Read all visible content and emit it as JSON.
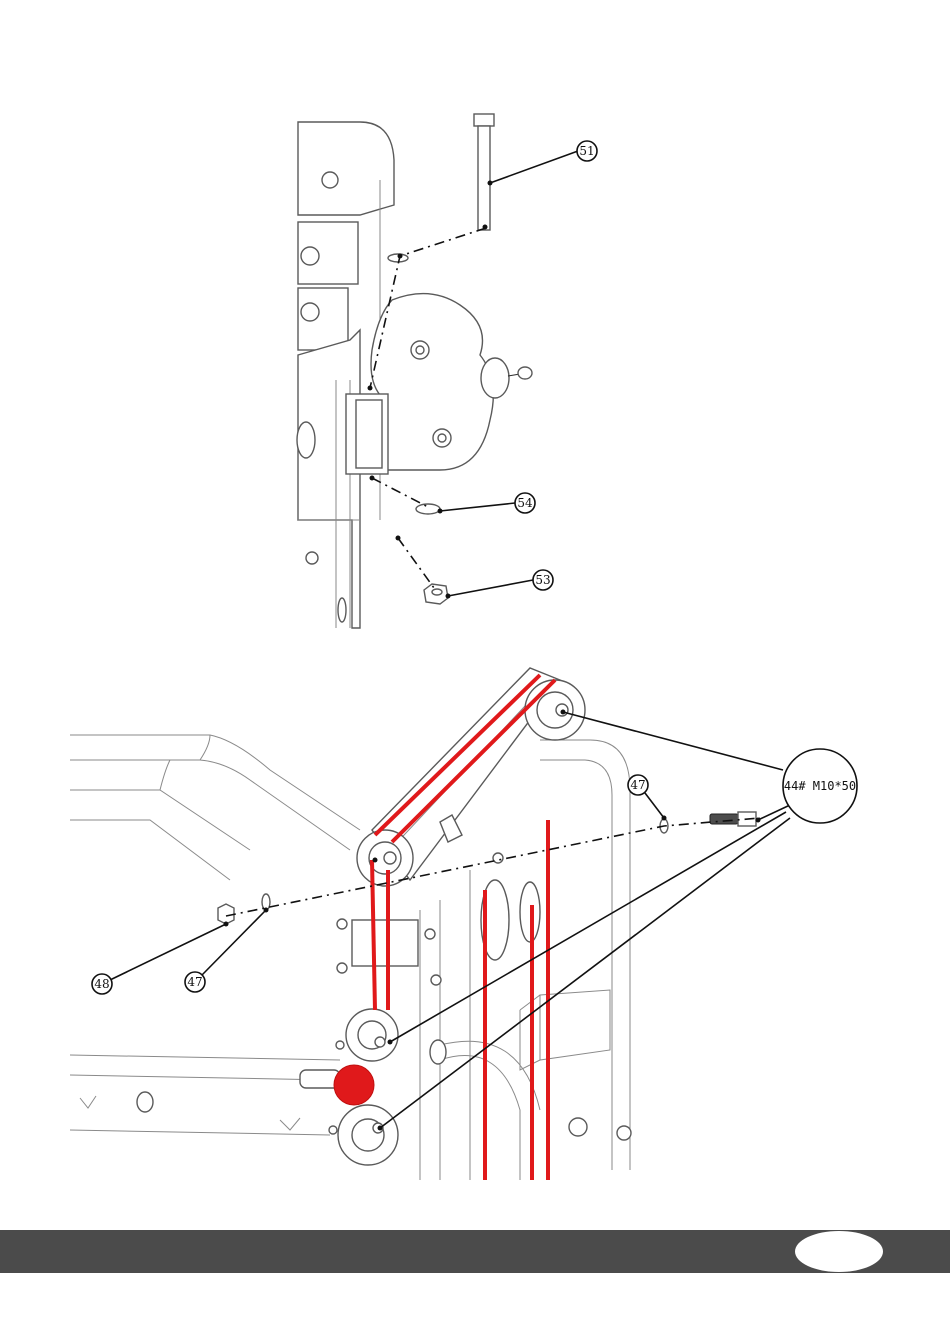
{
  "upper_diagram": {
    "callouts": [
      {
        "label": "51"
      },
      {
        "label": "54"
      },
      {
        "label": "53"
      }
    ]
  },
  "lower_diagram": {
    "callouts": [
      {
        "label": "47"
      },
      {
        "label": "48"
      },
      {
        "label": "47"
      }
    ],
    "spec_callout": {
      "label": "44# M10*50"
    }
  },
  "colors": {
    "cable": "#e0191b",
    "footer": "#4b4b4b"
  }
}
